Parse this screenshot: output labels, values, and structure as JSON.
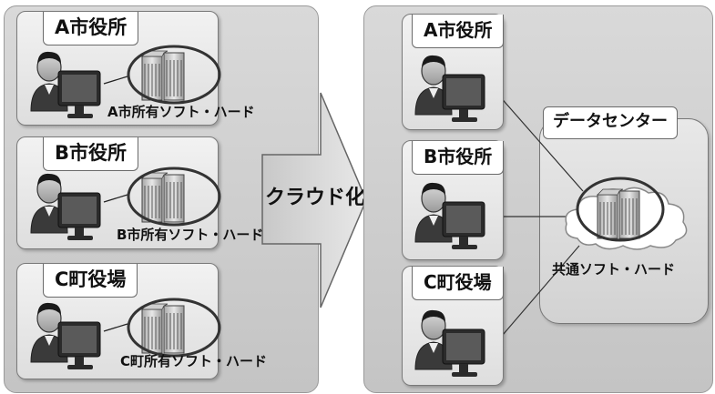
{
  "left_panel": {
    "offices": [
      {
        "title": "A市役所",
        "owned_label": "A市所有ソフト・ハード"
      },
      {
        "title": "B市役所",
        "owned_label": "B市所有ソフト・ハード"
      },
      {
        "title": "C町役場",
        "owned_label": "C町所有ソフト・ハード"
      }
    ]
  },
  "arrow": {
    "label": "クラウド化"
  },
  "right_panel": {
    "offices": [
      {
        "title": "A市役所"
      },
      {
        "title": "B市役所"
      },
      {
        "title": "C町役場"
      }
    ],
    "data_center": {
      "title": "データセンター",
      "shared_label": "共通ソフト・ハード"
    }
  },
  "icons": [
    "person-at-computer-icon",
    "server-rack-icon",
    "cloud-icon",
    "right-arrow-icon"
  ]
}
